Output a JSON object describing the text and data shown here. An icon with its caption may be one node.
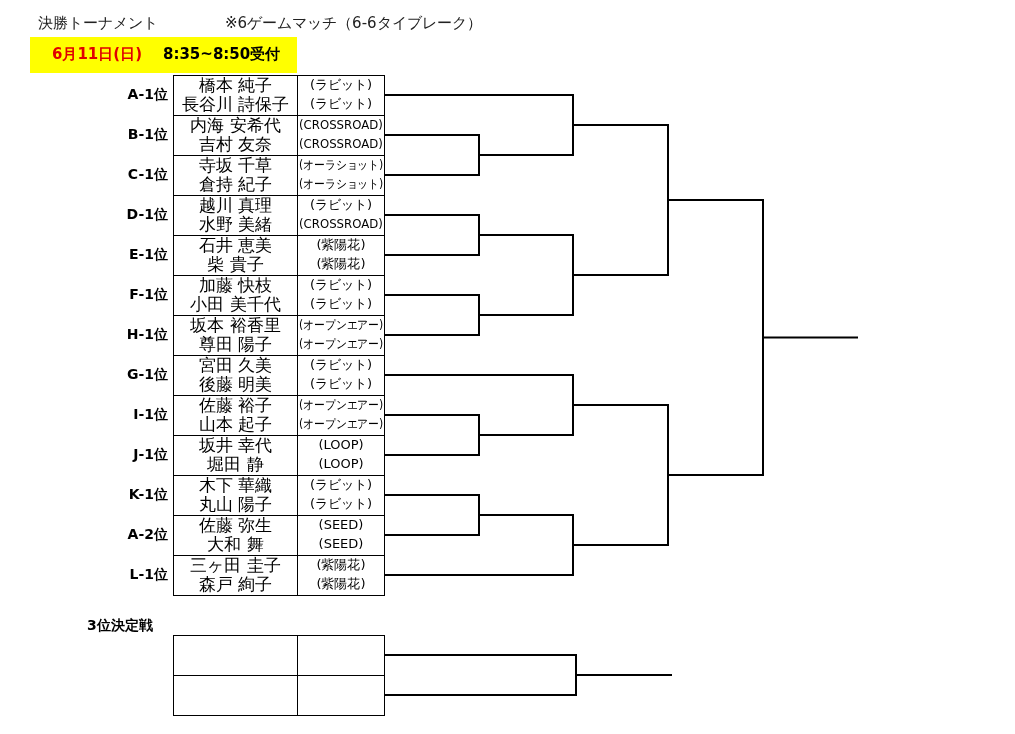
{
  "diagram": {
    "nodes": [
      {
        "text": [
          "6月11日(日)",
          "8:35~8:50受付"
        ]
      },
      {
        "text": [
          "橋本 純子",
          "(ラビット)",
          "長谷川 詩保子",
          "(ラビット)"
        ],
        "beside": [
          "A-1位"
        ]
      },
      {
        "text": [
          "内海 安希代",
          "(CROSSROAD)",
          "吉村 友奈",
          "(CROSSROAD)"
        ],
        "beside": [
          "B-1位"
        ]
      },
      {
        "text": [
          "寺坂 千草",
          "(オーラショット)",
          "倉持 紀子",
          "(オーラショット)"
        ],
        "beside": [
          "C-1位"
        ]
      },
      {
        "text": [
          "越川 真理",
          "(ラビット)",
          "水野 美緒",
          "(CROSSROAD)"
        ],
        "beside": [
          "D-1位"
        ]
      },
      {
        "text": [
          "石井 恵美",
          "(紫陽花)",
          "柴 貴子",
          "(紫陽花)"
        ],
        "beside": [
          "E-1位"
        ]
      },
      {
        "text": [
          "加藤 快枝",
          "(ラビット)",
          "小田 美千代",
          "(ラビット)"
        ],
        "beside": [
          "F-1位"
        ]
      },
      {
        "text": [
          "坂本 裕香里",
          "(オープンエアー)",
          "尊田 陽子",
          "(オープンエアー)"
        ],
        "beside": [
          "H-1位"
        ]
      },
      {
        "text": [
          "宮田 久美",
          "(ラビット)",
          "後藤 明美",
          "(ラビット)"
        ],
        "beside": [
          "G-1位"
        ]
      },
      {
        "text": [
          "佐藤 裕子",
          "(オープンエアー)",
          "山本 起子",
          "(オープンエアー)"
        ],
        "beside": [
          "I-1位"
        ]
      },
      {
        "text": [
          "坂井 幸代",
          "(LOOP)",
          "堀田 静",
          "(LOOP)"
        ],
        "beside": [
          "J-1位"
        ]
      },
      {
        "text": [
          "木下 華織",
          "(ラビット)",
          "丸山 陽子",
          "(ラビット)"
        ],
        "beside": [
          "K-1位"
        ]
      },
      {
        "text": [
          "佐藤 弥生",
          "(SEED)",
          "大和 舞",
          "(SEED)"
        ],
        "beside": [
          "A-2位"
        ]
      },
      {
        "text": [
          "三ヶ田 圭子",
          "(紫陽花)",
          "森戸 絢子",
          "(紫陽花)"
        ],
        "beside": [
          "L-1位"
        ]
      },
      {
        "text": [],
        "shape": "box"
      },
      {
        "text": [],
        "shape": "box"
      }
    ],
    "title": "決勝トーナメント",
    "labels": [
      "※6ゲームマッチ（6-6タイブレーク）",
      "3位決定戦"
    ]
  }
}
